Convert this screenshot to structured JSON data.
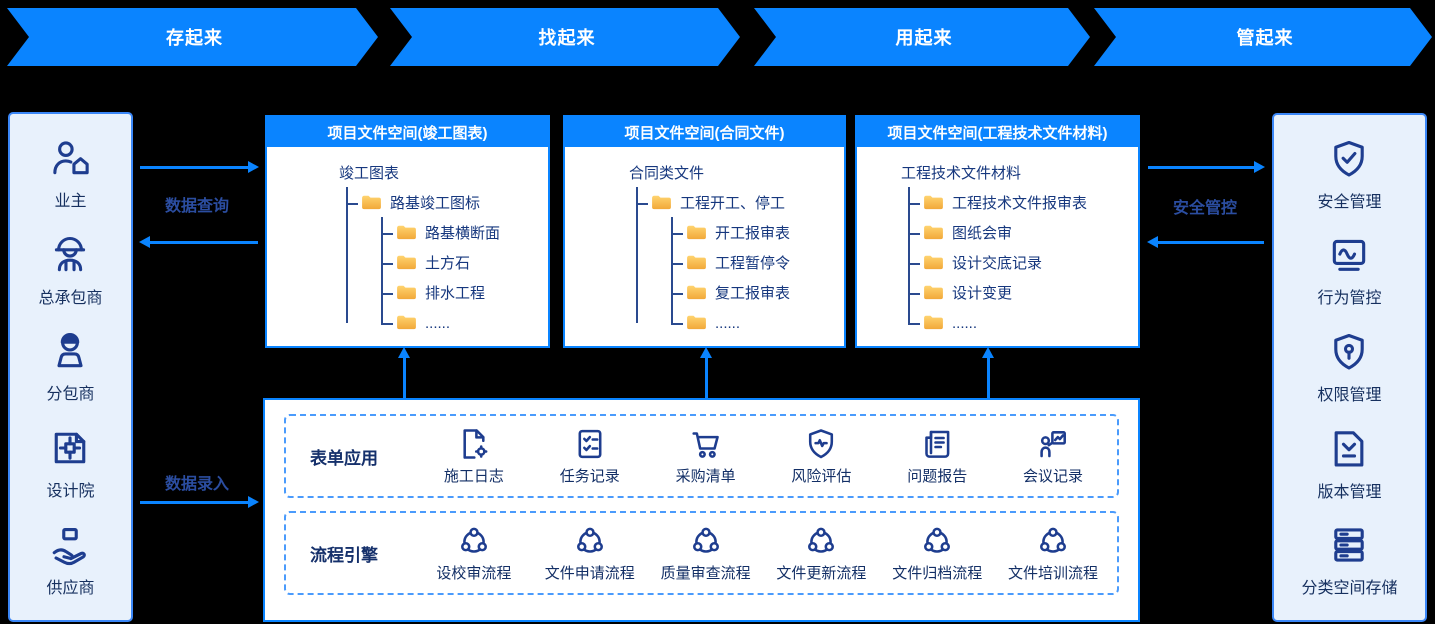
{
  "banner": {
    "steps": [
      {
        "label": "存起来"
      },
      {
        "label": "找起来"
      },
      {
        "label": "用起来"
      },
      {
        "label": "管起来"
      }
    ]
  },
  "left_sidebar": {
    "items": [
      {
        "label": "业主",
        "icon": "owner-house-icon"
      },
      {
        "label": "总承包商",
        "icon": "contractor-helmet-icon"
      },
      {
        "label": "分包商",
        "icon": "subcontractor-icon"
      },
      {
        "label": "设计院",
        "icon": "blueprint-doc-icon"
      },
      {
        "label": "供应商",
        "icon": "supplier-hand-icon"
      }
    ]
  },
  "right_sidebar": {
    "items": [
      {
        "label": "安全管理",
        "icon": "shield-check-icon"
      },
      {
        "label": "行为管控",
        "icon": "monitor-wave-icon"
      },
      {
        "label": "权限管理",
        "icon": "shield-key-icon"
      },
      {
        "label": "版本管理",
        "icon": "version-doc-icon"
      },
      {
        "label": "分类空间存储",
        "icon": "server-stack-icon"
      }
    ]
  },
  "flows": {
    "data_query": "数据查询",
    "data_entry": "数据录入",
    "security_control": "安全管控"
  },
  "panels": [
    {
      "title": "项目文件空间(竣工图表)",
      "root": "竣工图表",
      "tree": [
        {
          "label": "路基竣工图标",
          "children": [
            "路基横断面",
            "土方石",
            "排水工程",
            "......"
          ]
        }
      ]
    },
    {
      "title": "项目文件空间(合同文件)",
      "root": "合同类文件",
      "tree": [
        {
          "label": "工程开工、停工",
          "children": [
            "开工报审表",
            "工程暂停令",
            "复工报审表",
            "......"
          ]
        }
      ]
    },
    {
      "title": "项目文件空间(工程技术文件材料)",
      "root": "工程技术文件材料",
      "tree": [
        {
          "label": "工程技术文件报审表"
        },
        {
          "label": "图纸会审"
        },
        {
          "label": "设计交底记录"
        },
        {
          "label": "设计变更"
        },
        {
          "label": "......"
        }
      ]
    }
  ],
  "engine": {
    "rows": [
      {
        "label": "表单应用",
        "items": [
          {
            "label": "施工日志",
            "icon": "doc-gear-icon"
          },
          {
            "label": "任务记录",
            "icon": "checklist-icon"
          },
          {
            "label": "采购清单",
            "icon": "cart-icon"
          },
          {
            "label": "风险评估",
            "icon": "shield-pulse-icon"
          },
          {
            "label": "问题报告",
            "icon": "report-icon"
          },
          {
            "label": "会议记录",
            "icon": "presentation-icon"
          }
        ]
      },
      {
        "label": "流程引擎",
        "items": [
          {
            "label": "设校审流程",
            "icon": "workflow-icon"
          },
          {
            "label": "文件申请流程",
            "icon": "workflow-icon"
          },
          {
            "label": "质量审查流程",
            "icon": "workflow-icon"
          },
          {
            "label": "文件更新流程",
            "icon": "workflow-icon"
          },
          {
            "label": "文件归档流程",
            "icon": "workflow-icon"
          },
          {
            "label": "文件培训流程",
            "icon": "workflow-icon"
          }
        ]
      }
    ]
  },
  "colors": {
    "accent_blue": "#0a84ff",
    "dashed_border_blue": "#4a9bfc",
    "sidebar_bg": "#e8f1fc",
    "navy_icon_text": "#1e3d8f",
    "tree_text": "#16377e",
    "flow_label_blue": "#2b4da0",
    "folder_yellow_top": "#ffd470",
    "folder_yellow_bottom": "#f1a839",
    "background": "#000000",
    "panel_bg": "#ffffff"
  }
}
